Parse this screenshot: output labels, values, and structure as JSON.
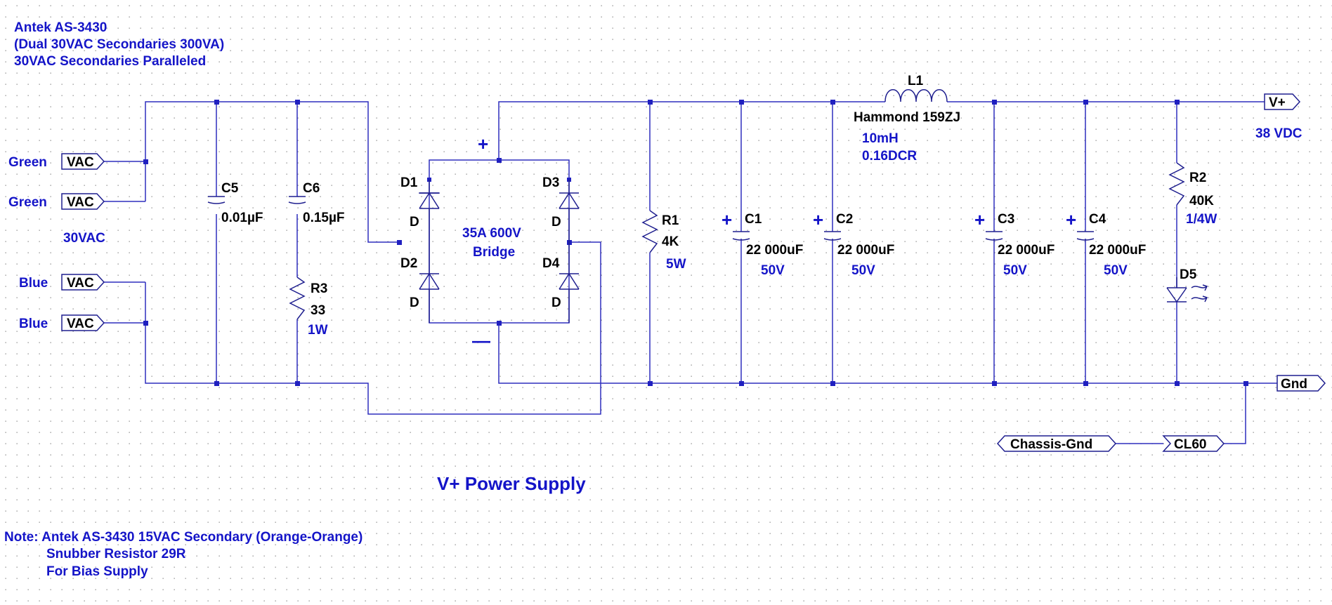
{
  "header": {
    "line1": "Antek AS-3430",
    "line2": "(Dual 30VAC Secondaries 300VA)",
    "line3": "30VAC Secondaries Paralleled"
  },
  "inputs": {
    "green1": "Green",
    "green2": "Green",
    "blue1": "Blue",
    "blue2": "Blue",
    "port_label": "VAC",
    "voltage": "30VAC"
  },
  "snubbers": {
    "c5_name": "C5",
    "c5_value": "0.01µF",
    "c6_name": "C6",
    "c6_value": "0.15µF",
    "r3_name": "R3",
    "r3_value": "33",
    "r3_power": "1W"
  },
  "bridge": {
    "d1": "D1",
    "d2": "D2",
    "d3": "D3",
    "d4": "D4",
    "diode_model": "D",
    "rating": "35A 600V",
    "type": "Bridge",
    "plus": "+",
    "minus": "—"
  },
  "filter": {
    "r1_name": "R1",
    "r1_value": "4K",
    "r1_power": "5W",
    "c1_name": "C1",
    "c2_name": "C2",
    "c3_name": "C3",
    "c4_name": "C4",
    "cap_value": "22 000uF",
    "cap_voltage": "50V",
    "cap_polarity": "+",
    "l1_name": "L1",
    "l1_model": "Hammond 159ZJ",
    "l1_inductance": "10mH",
    "l1_dcr": "0.16DCR"
  },
  "indicator": {
    "r2_name": "R2",
    "r2_value": "40K",
    "r2_power": "1/4W",
    "d5_name": "D5"
  },
  "outputs": {
    "vplus": "V+",
    "vdc": "38 VDC",
    "gnd": "Gnd",
    "chassis": "Chassis-Gnd",
    "cl60": "CL60"
  },
  "title": "V+ Power Supply",
  "notes": {
    "line1": "Note: Antek AS-3430 15VAC Secondary (Orange-Orange)",
    "line2": "Snubber Resistor 29R",
    "line3": "For Bias Supply"
  },
  "colors": {
    "wire": "#2e2ebd",
    "text_blue": "#1414c8",
    "text_black": "#000000",
    "grid_dot": "#8a8a8a",
    "background": "#ffffff"
  }
}
